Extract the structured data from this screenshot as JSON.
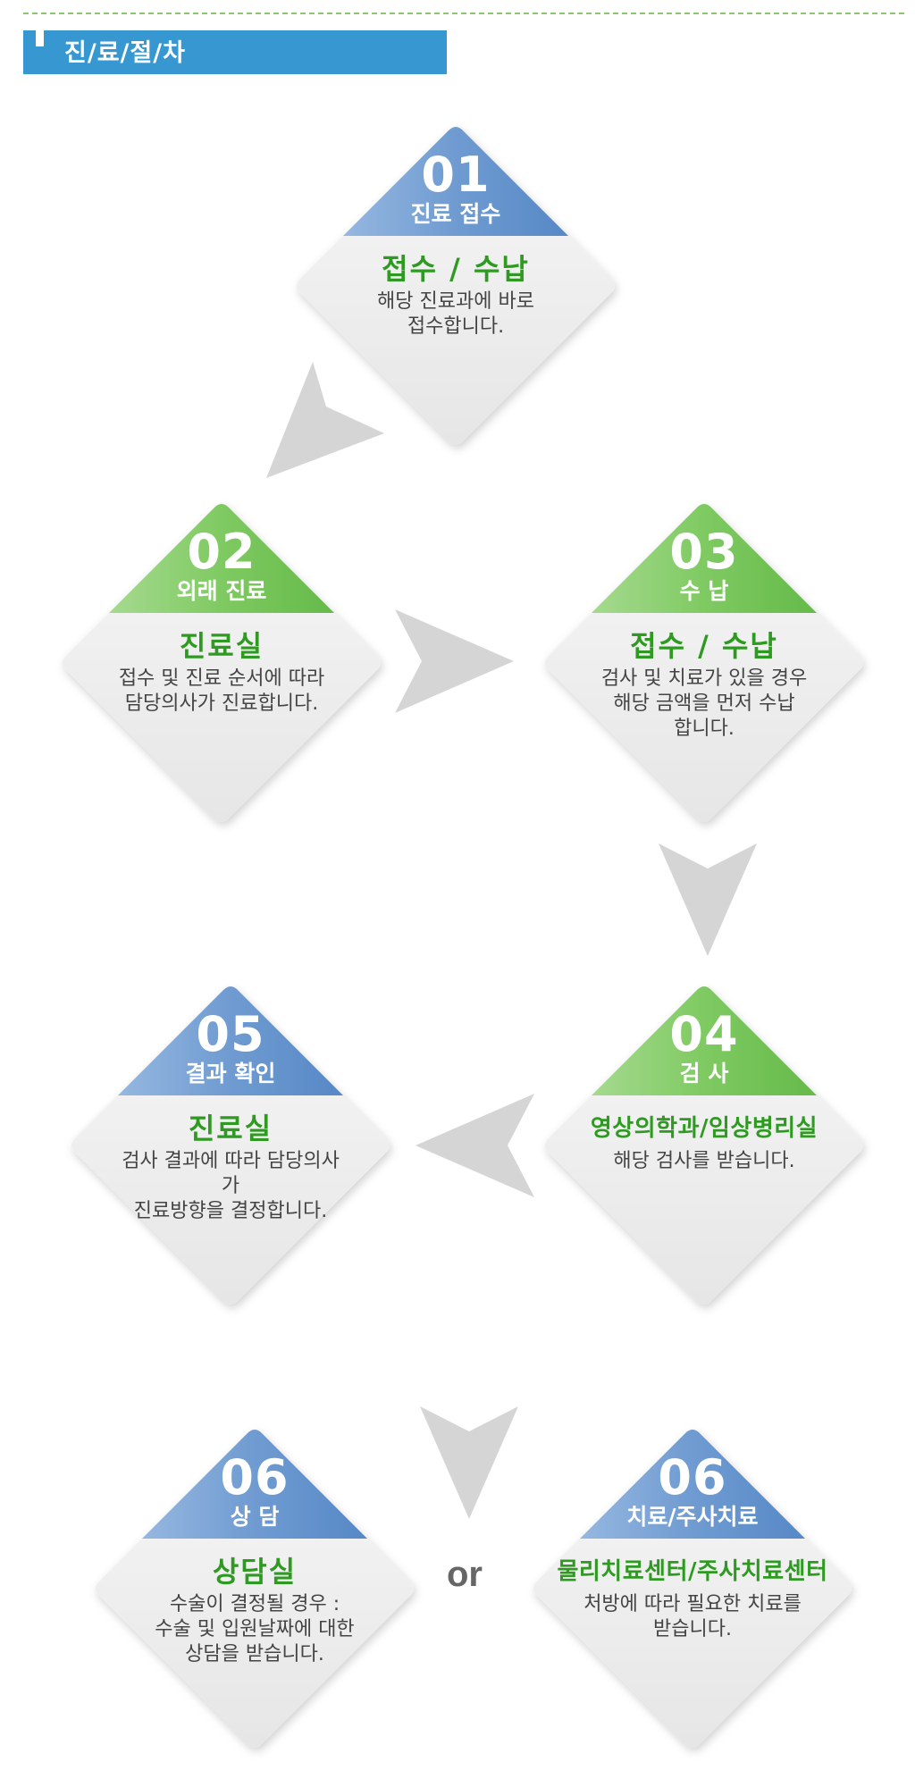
{
  "page_title": "진/료/절/차",
  "colors": {
    "blue": "#5d8ec9",
    "green": "#5db845",
    "accent_text": "#2f9a22",
    "arrow": "#d5d5d5"
  },
  "steps": [
    {
      "number": "01",
      "heading": "진료 접수",
      "place": "접수 / 수납",
      "desc": "해당 진료과에 바로\n접수합니다.",
      "color": "blue"
    },
    {
      "number": "02",
      "heading": "외래 진료",
      "place": "진료실",
      "desc": "접수 및 진료 순서에 따라\n담당의사가 진료합니다.",
      "color": "green"
    },
    {
      "number": "03",
      "heading": "수 납",
      "place": "접수 / 수납",
      "desc": "검사 및 치료가 있을 경우\n해당 금액을 먼저 수납\n합니다.",
      "color": "green"
    },
    {
      "number": "04",
      "heading": "검 사",
      "place": "영상의학과/임상병리실",
      "desc": "해당 검사를 받습니다.",
      "color": "green"
    },
    {
      "number": "05",
      "heading": "결과 확인",
      "place": "진료실",
      "desc": "검사 결과에 따라 담당의사가\n진료방향을 결정합니다.",
      "color": "blue"
    },
    {
      "number": "06",
      "heading": "상 담",
      "place": "상담실",
      "desc": "수술이 결정될 경우 :\n수술 및 입원날짜에 대한\n상담을 받습니다.",
      "color": "blue"
    },
    {
      "number": "06",
      "heading": "치료/주사치료",
      "place": "물리치료센터/주사치료센터",
      "desc": "처방에 따라 필요한 치료를\n받습니다.",
      "color": "blue"
    }
  ],
  "or_label": "or"
}
